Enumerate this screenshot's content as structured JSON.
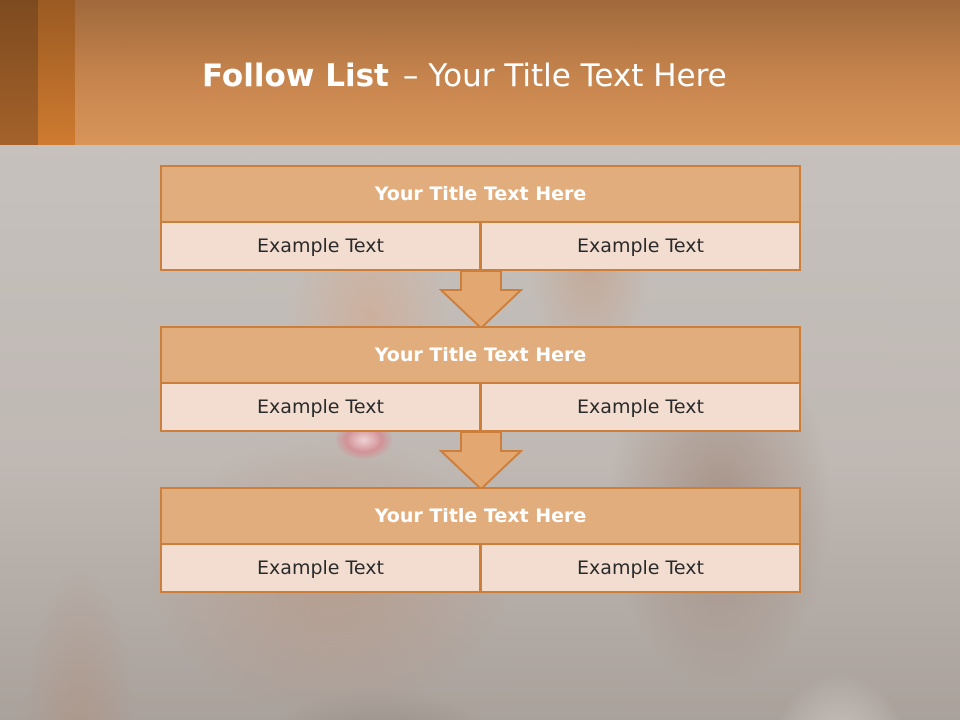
{
  "slide": {
    "title_bold": "Follow List",
    "title_separator": "–",
    "title_rest": "Your Title Text Here"
  },
  "steps": [
    {
      "title": "Your Title Text Here",
      "left": "Example Text",
      "right": "Example Text"
    },
    {
      "title": "Your Title Text Here",
      "left": "Example Text",
      "right": "Example Text"
    },
    {
      "title": "Your Title Text Here",
      "left": "Example Text",
      "right": "Example Text"
    }
  ],
  "colors": {
    "header_orange": "#d8955a",
    "block_title_fill": "#e2ad7c",
    "block_cell_fill": "#f2ddd0",
    "block_border": "#cc7e3b",
    "arrow_fill": "#e3a872"
  },
  "icons": {
    "step_arrow": "down-arrow-icon"
  }
}
